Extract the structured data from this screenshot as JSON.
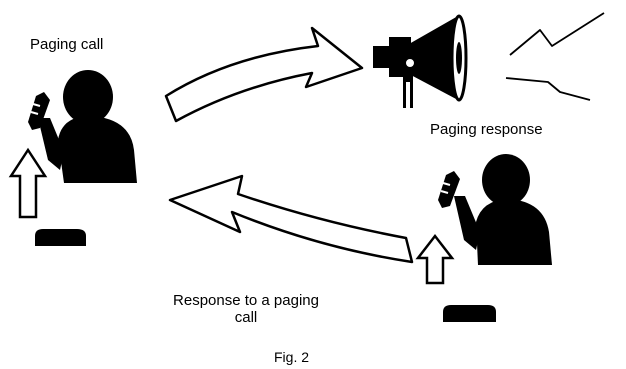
{
  "labels": {
    "paging_call": "Paging call",
    "paging_response": "Paging response",
    "response_to_paging_call": "Response to a paging call",
    "figure_caption": "Fig. 2"
  },
  "colors": {
    "ink": "#000000",
    "paper": "#ffffff"
  },
  "icons": [
    "person-caller-icon",
    "speaker-horn-icon",
    "sound-wave-icon",
    "person-responder-icon",
    "up-arrow-icon",
    "telephone-base-icon",
    "curved-arrow-icon"
  ]
}
